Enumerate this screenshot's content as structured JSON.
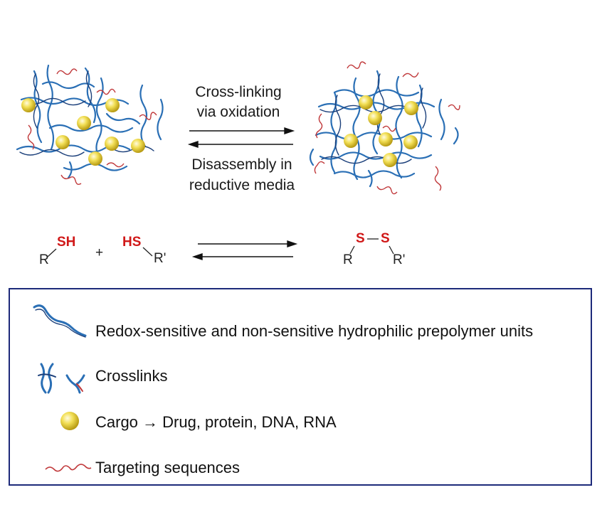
{
  "reaction": {
    "forward_label_line1": "Cross-linking",
    "forward_label_line2": "via oxidation",
    "reverse_label_line1": "Disassembly in",
    "reverse_label_line2": "reductive media"
  },
  "chemistry": {
    "thiol1_group": "SH",
    "thiol1_r": "R",
    "plus": "+",
    "thiol2_group": "HS",
    "thiol2_r": "R'",
    "disulfide_s1": "S",
    "disulfide_s2": "S",
    "disulfide_r1": "R",
    "disulfide_r2": "R'"
  },
  "legend": {
    "items": [
      {
        "icon": "prepolymer-icon",
        "label": "Redox-sensitive and non-sensitive hydrophilic prepolymer units"
      },
      {
        "icon": "crosslink-icon",
        "label": "Crosslinks"
      },
      {
        "icon": "cargo-icon",
        "label": "Cargo → Drug, protein, DNA, RNA"
      },
      {
        "icon": "targeting-icon",
        "label": "Targeting sequences"
      }
    ]
  },
  "colors": {
    "polymer_blue": "#2a6fb5",
    "polymer_dark": "#1b3f7a",
    "cargo_yellow": "#f2df55",
    "targeting_red": "#c0383a",
    "thiol_red": "#d01818",
    "legend_border": "#1d2a7a"
  }
}
